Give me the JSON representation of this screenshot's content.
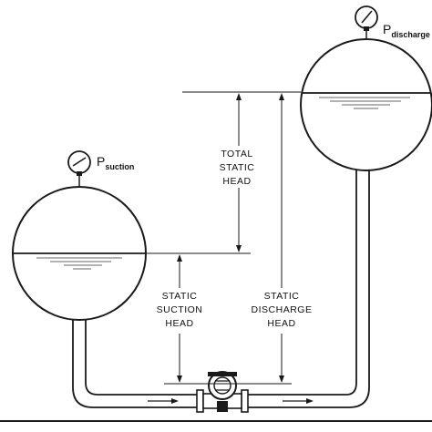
{
  "gauges": {
    "suction": {
      "main": "P",
      "sub": "suction"
    },
    "discharge": {
      "main": "P",
      "sub": "discharge"
    }
  },
  "labels": {
    "total_static_head": [
      "TOTAL",
      "STATIC",
      "HEAD"
    ],
    "static_suction_head": [
      "STATIC",
      "SUCTION",
      "HEAD"
    ],
    "static_discharge_head": [
      "STATIC",
      "DISCHARGE",
      "HEAD"
    ]
  },
  "icons": {
    "gauge": "pressure-gauge-icon",
    "pump": "pump-icon",
    "valve": "valve-icon",
    "arrow": "flow-arrow-icon"
  }
}
